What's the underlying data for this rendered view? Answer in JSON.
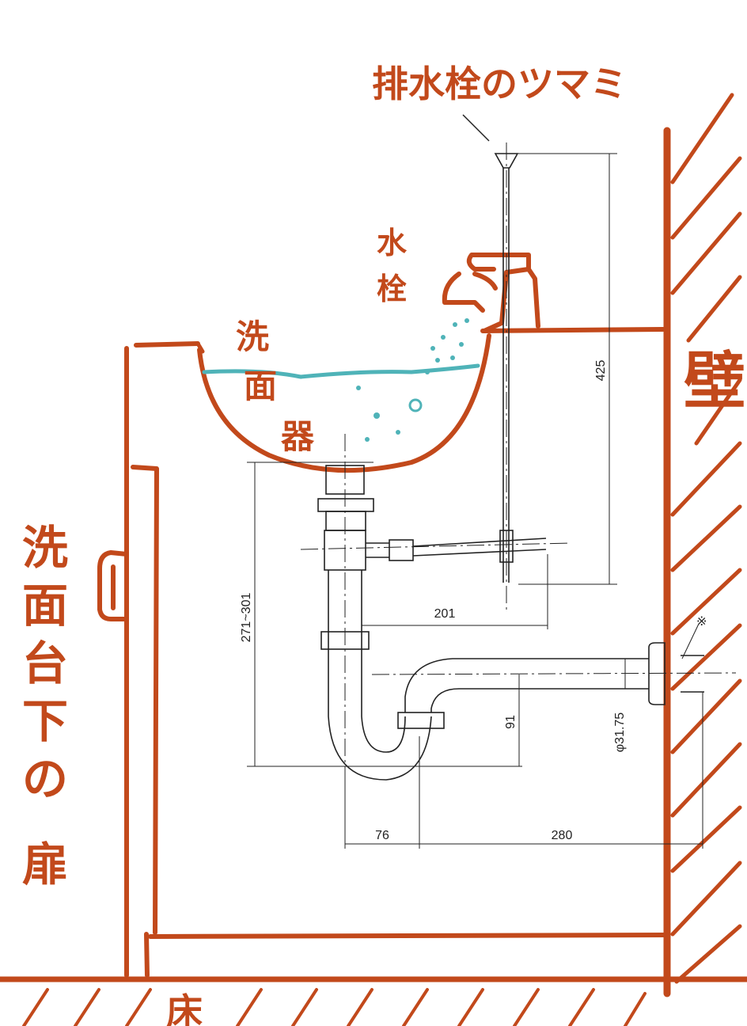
{
  "labels": {
    "drain_knob": "排水栓のツマミ",
    "faucet_line1": "水",
    "faucet_line2": "栓",
    "basin_line1": "洗",
    "basin_line2": "面",
    "basin_line3": "器",
    "wall": "壁",
    "floor": "床",
    "cabinet_door": [
      "洗",
      "面",
      "台",
      "下",
      "の",
      "扉"
    ]
  },
  "dimensions": {
    "rod_height": "425",
    "drain_height": "271~301",
    "horizontal_offset": "201",
    "trap_height": "91",
    "pipe_diameter": "φ31.75",
    "trap_width": "76",
    "wall_distance": "280",
    "note_mark": "※"
  },
  "colors": {
    "sketch": "#c2491b",
    "water": "#4fb3b8",
    "drawing": "#222222"
  }
}
